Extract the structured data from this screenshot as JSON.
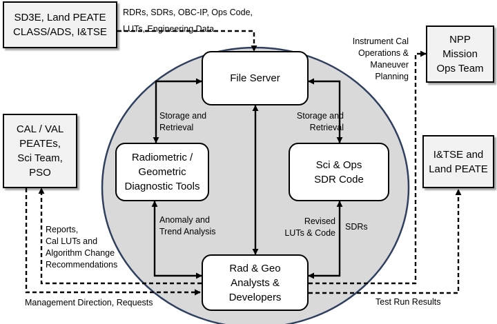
{
  "boxes": {
    "sd3e": [
      "SD3E, Land PEATE",
      "CLASS/ADS, I&TSE"
    ],
    "calval": [
      "CAL / VAL",
      "PEATEs,",
      "Sci Team,",
      "PSO"
    ],
    "npp": [
      "NPP",
      "Mission",
      "Ops Team"
    ],
    "itse": [
      "I&TSE and",
      "Land PEATE"
    ],
    "fileserver": [
      "File Server"
    ],
    "radiometric": [
      "Radiometric /",
      "Geometric",
      "Diagnostic Tools"
    ],
    "scops": [
      "Sci & Ops",
      "SDR Code"
    ],
    "analysts": [
      "Rad & Geo",
      "Analysts &",
      "Developers"
    ]
  },
  "labels": {
    "rdrs": [
      "RDRs, SDRs, OBC-IP, Ops Code,",
      "LUTs, Engineering Data"
    ],
    "instrument_cal": [
      "Instrument Cal",
      "Operations &",
      "Maneuver",
      "Planning"
    ],
    "storage_left": [
      "Storage and",
      "Retrieval"
    ],
    "storage_right": [
      "Storage and",
      "Retrieval"
    ],
    "anomaly": [
      "Anomaly and",
      "Trend Analysis"
    ],
    "revised": [
      "Revised",
      "LUTs & Code"
    ],
    "sdrs": [
      "SDRs"
    ],
    "reports": [
      "Reports,",
      "Cal LUTs and",
      "Algorithm Change",
      "Recommendations"
    ],
    "management": [
      "Management Direction, Requests"
    ],
    "test_run": [
      "Test Run Results"
    ]
  },
  "colors": {
    "ellipse_fill": "#d9d9d9",
    "ellipse_stroke": "#2f3f5f",
    "line": "#000000"
  }
}
